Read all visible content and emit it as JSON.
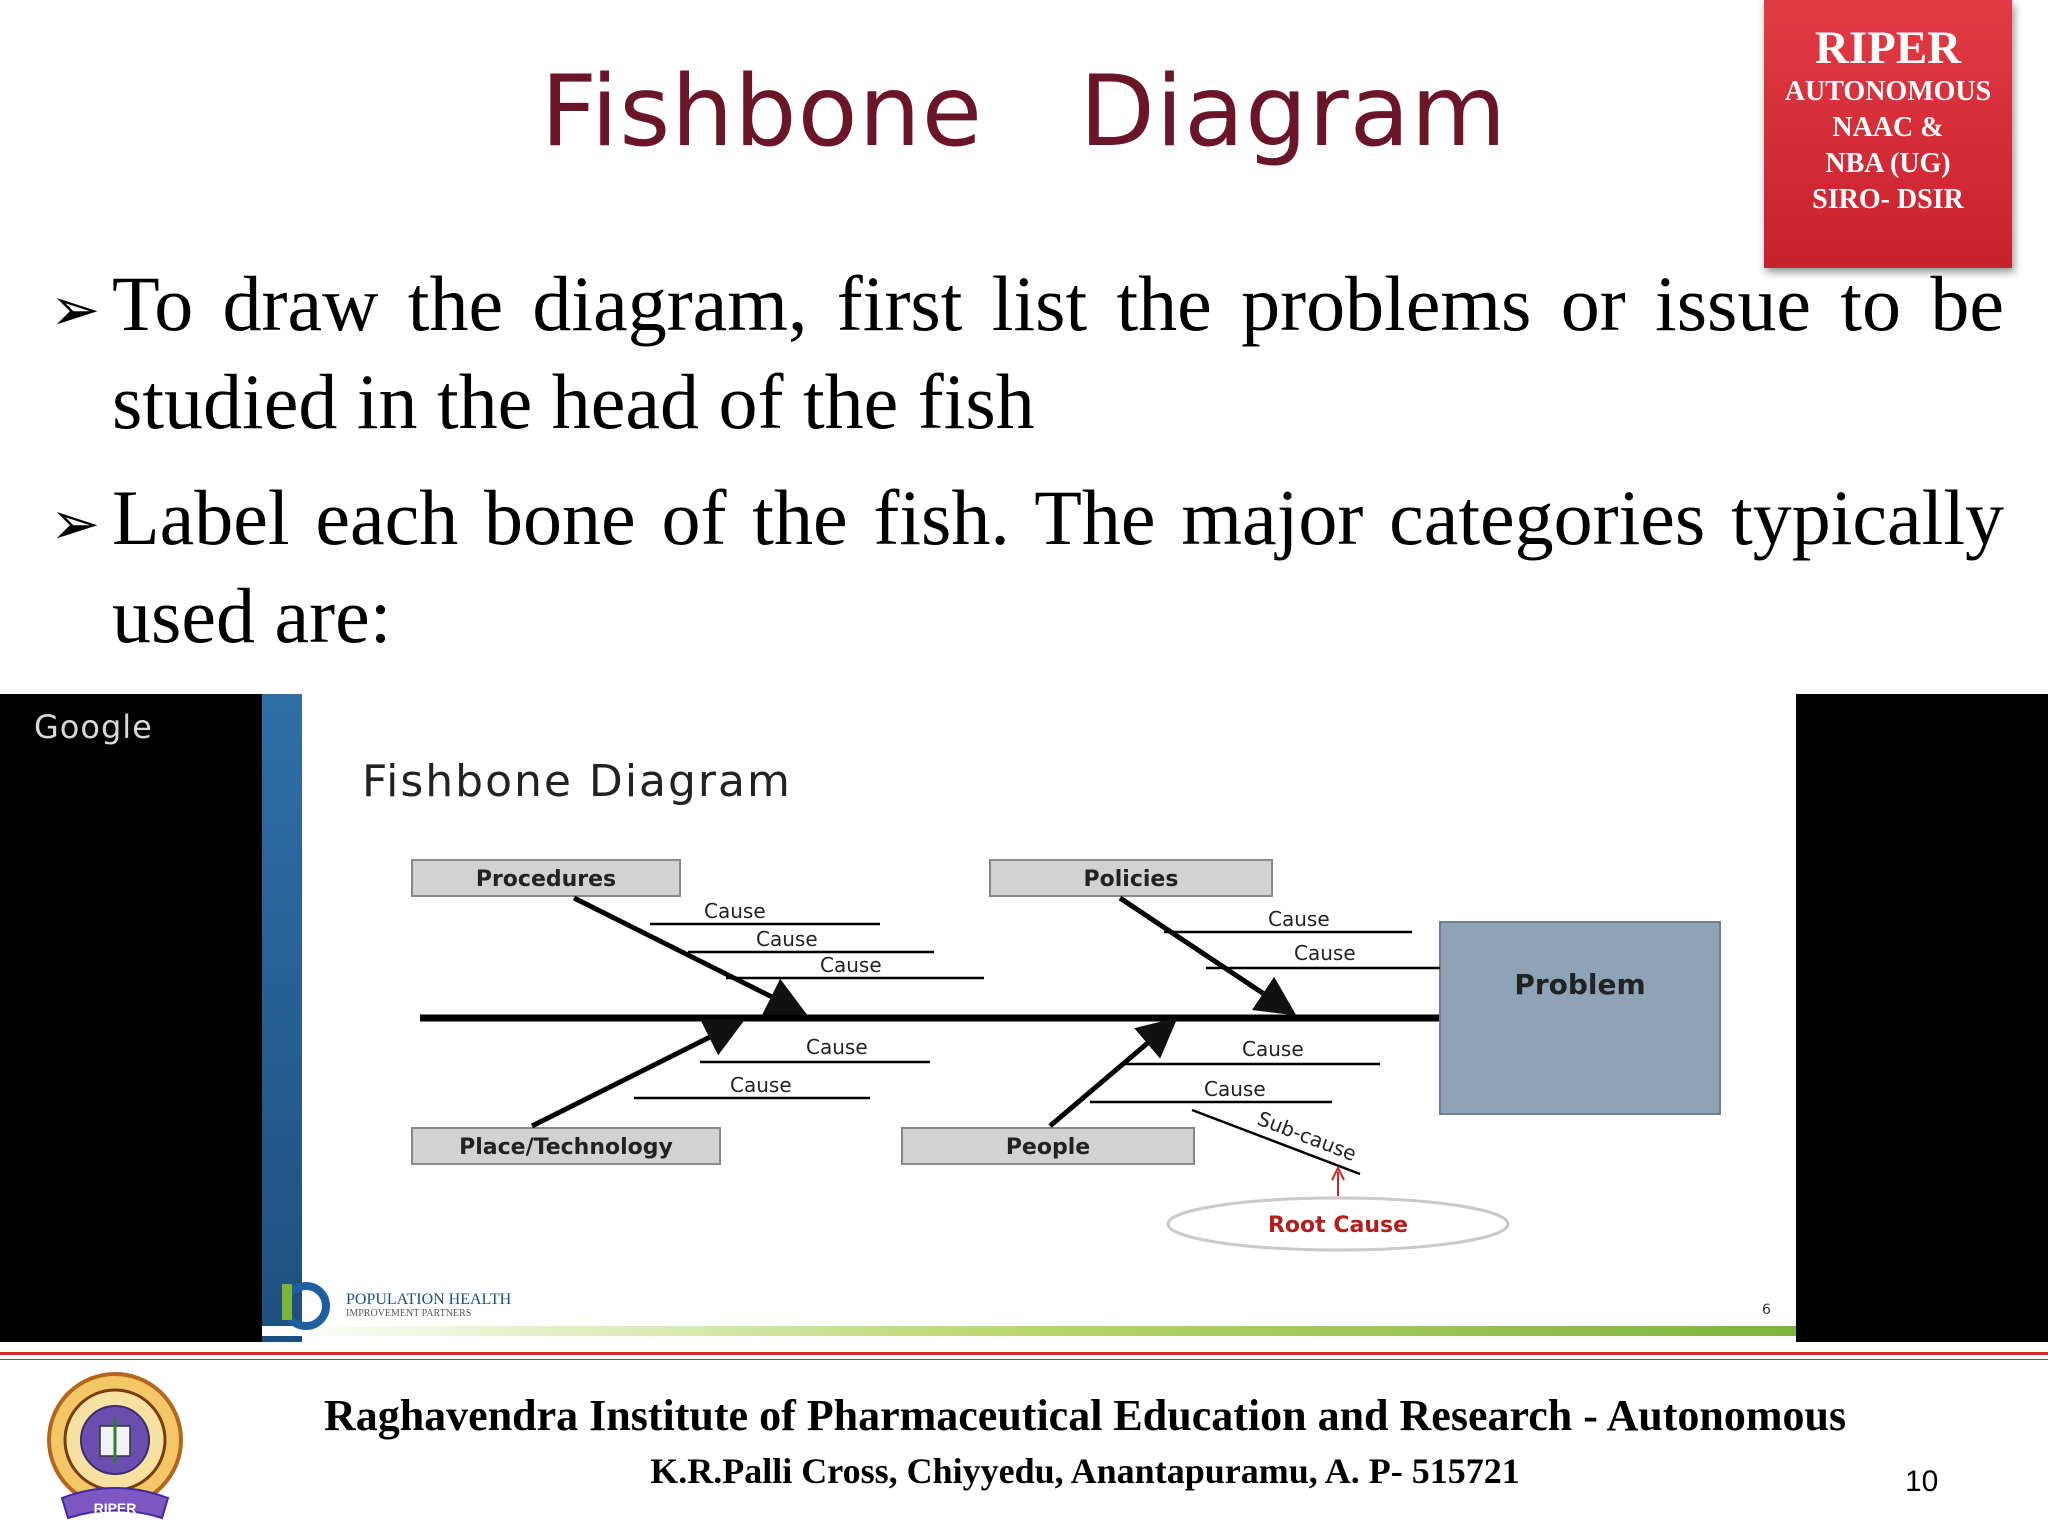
{
  "slide_title": "Fishbone   Diagram",
  "badge": {
    "title": "RIPER",
    "lines": [
      "AUTONOMOUS",
      "NAAC &",
      "NBA (UG)",
      "SIRO- DSIR"
    ]
  },
  "bullets": [
    "To draw the diagram, first list the problems or issue to be studied in the head of the fish",
    "Label each bone of the fish. The major categories typically used are:"
  ],
  "screenshot": {
    "watermark": "Google",
    "diagram_title": "Fishbone Diagram",
    "categories": {
      "procedures": "Procedures",
      "policies": "Policies",
      "place_technology": "Place/Technology",
      "people": "People"
    },
    "cause_label": "Cause",
    "sub_cause_label": "Sub-cause",
    "root_cause_label": "Root Cause",
    "problem_label": "Problem",
    "footer_logo_text_1": "POPULATION HEALTH",
    "footer_logo_text_2": "IMPROVEMENT PARTNERS",
    "slide_number": "6",
    "colors": {
      "box_fill": "#d2d2d2",
      "problem_fill": "#8ea3b7",
      "root_cause_text": "#b71c1c"
    }
  },
  "footer": {
    "institute": "Raghavendra Institute of Pharmaceutical Education and Research - Autonomous",
    "address": "K.R.Palli Cross, Chiyyedu, Anantapuramu, A. P- 515721",
    "page_number": "10",
    "logo_text": "RIPER"
  },
  "colors": {
    "title": "#6b1628",
    "badge": "#d9303a",
    "footer_rule": "#d42a2a"
  }
}
